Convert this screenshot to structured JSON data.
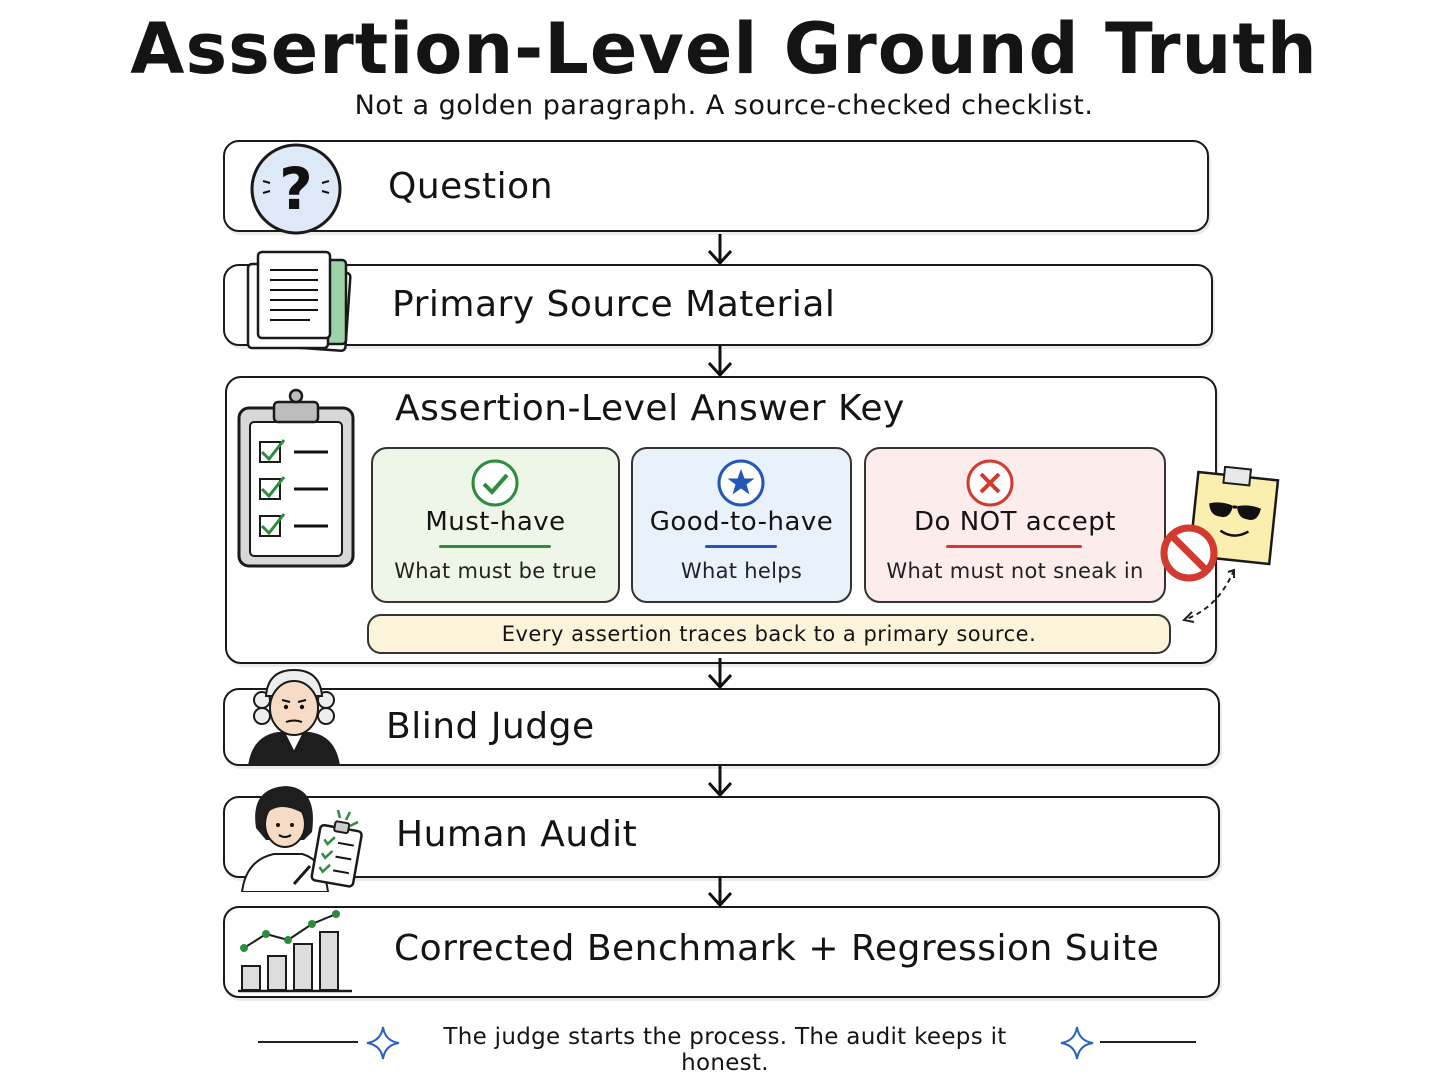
{
  "title": "Assertion-Level Ground Truth",
  "subtitle": "Not a golden paragraph. A source-checked checklist.",
  "stages": [
    {
      "label": "Question",
      "icon": "question-mark-icon"
    },
    {
      "label": "Primary Source Material",
      "icon": "documents-stack-icon"
    },
    {
      "label": "Assertion-Level Answer Key",
      "icon": "clipboard-checklist-icon"
    },
    {
      "label": "Blind Judge",
      "icon": "judge-portrait-icon"
    },
    {
      "label": "Human Audit",
      "icon": "auditor-with-clipboard-icon"
    },
    {
      "label": "Corrected Benchmark + Regression Suite",
      "icon": "bar-chart-trend-icon"
    }
  ],
  "answer_key": {
    "categories": [
      {
        "title": "Must-have",
        "desc": "What must be true",
        "icon": "check-circle-icon",
        "color": "#2e8b3e",
        "bg": "#eef6e8"
      },
      {
        "title": "Good-to-have",
        "desc": "What helps",
        "icon": "star-circle-icon",
        "color": "#2456b8",
        "bg": "#e9f1fb"
      },
      {
        "title": "Do NOT accept",
        "desc": "What must not sneak in",
        "icon": "x-circle-icon",
        "color": "#d23a2f",
        "bg": "#fdecec"
      }
    ],
    "note": "Every assertion traces back to a primary source.",
    "sticker_icon": "sunglasses-sticky-note-icon",
    "prohibited_icon": "no-entry-icon"
  },
  "footer": "The judge starts the process. The audit keeps it honest.",
  "colors": {
    "accent_blue": "#2b5fc4",
    "note_bg": "#fbf4da",
    "sticky": "#fbefb0"
  }
}
